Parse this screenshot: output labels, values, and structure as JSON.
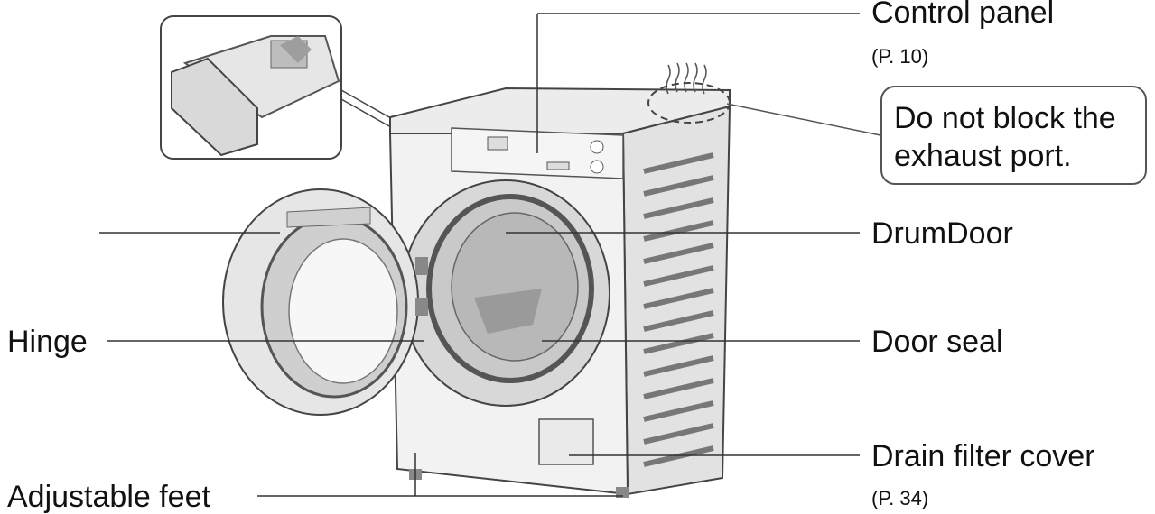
{
  "labels": {
    "top_partial": "",
    "control_panel": "Control panel",
    "control_panel_ref": "(P. 10)",
    "notice_line1": "Do not block the",
    "notice_line2": "exhaust port.",
    "drum_door": "DrumDoor",
    "hinge": "Hinge",
    "door_seal": "Door seal",
    "drain_filter_cover": "Drain filter cover",
    "drain_filter_ref": "(P. 34)",
    "adjustable_feet": "Adjustable feet"
  }
}
